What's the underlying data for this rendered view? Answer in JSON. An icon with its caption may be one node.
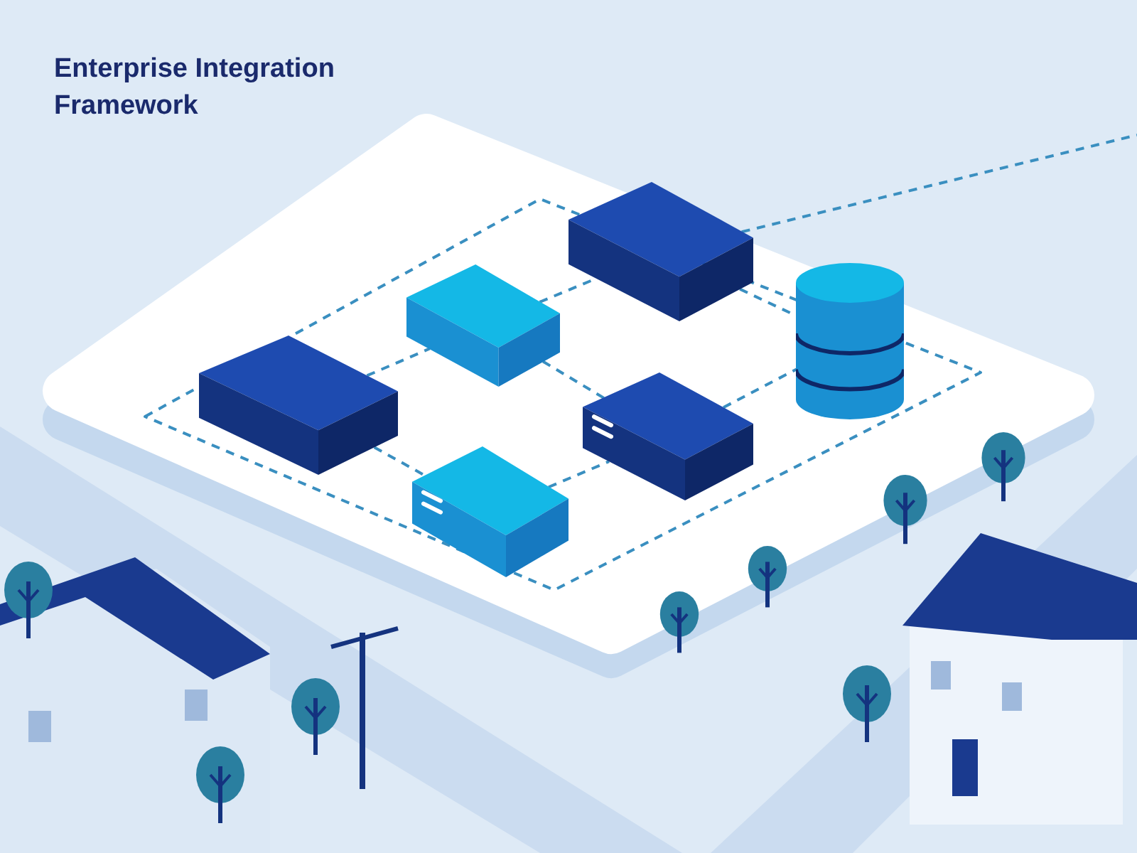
{
  "diagram": {
    "title": "Enterprise Integration Framework",
    "nodes": [
      {
        "text": [],
        "shape": "box"
      },
      {
        "text": [],
        "shape": "box"
      },
      {
        "text": [],
        "shape": "cylinder"
      },
      {
        "text": [],
        "shape": "box"
      },
      {
        "text": [],
        "shape": "box"
      },
      {
        "text": [],
        "shape": "box"
      }
    ],
    "edges": [
      {
        "from": 1,
        "to": 0,
        "arrow": "none",
        "style": "dashed"
      },
      {
        "from": 0,
        "to": 2,
        "arrow": "none",
        "style": "dashed"
      },
      {
        "from": 3,
        "to": 1,
        "arrow": "none",
        "style": "dashed"
      },
      {
        "from": 1,
        "to": 4,
        "arrow": "none",
        "style": "dashed"
      },
      {
        "from": 4,
        "to": 2,
        "arrow": "none",
        "style": "dashed"
      },
      {
        "from": 3,
        "to": 5,
        "arrow": "none",
        "style": "dashed"
      },
      {
        "from": 5,
        "to": 4,
        "arrow": "none",
        "style": "dashed"
      },
      {
        "from": 0,
        "to": null,
        "arrow": "none",
        "style": "dashed"
      }
    ]
  }
}
